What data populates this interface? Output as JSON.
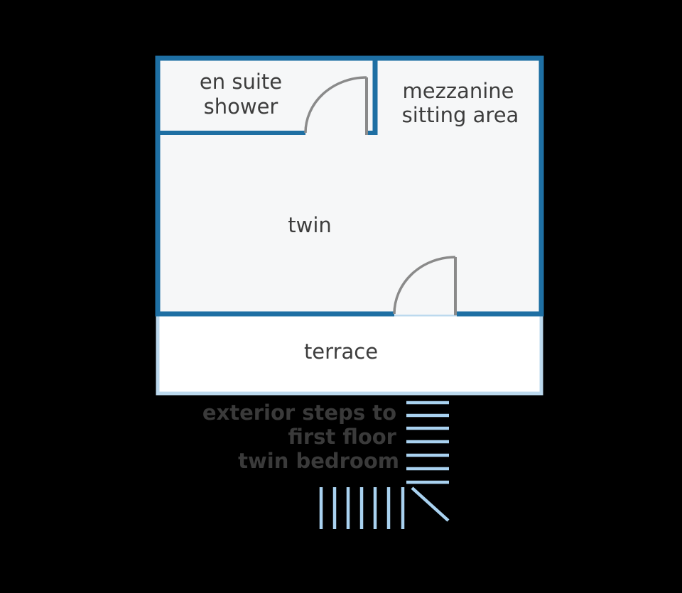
{
  "rooms": {
    "shower": {
      "line1": "en suite",
      "line2": "shower"
    },
    "mezzanine": {
      "line1": "mezzanine",
      "line2": "sitting area"
    },
    "twin": {
      "label": "twin"
    },
    "terrace": {
      "label": "terrace"
    }
  },
  "steps": {
    "line1": "exterior steps to",
    "line2": "first floor",
    "line3": "twin bedroom"
  },
  "colors": {
    "background": "#000000",
    "room_fill": "#f6f7f8",
    "wall": "#1e6fa3",
    "terrace_fill": "#ffffff",
    "terrace_border": "#bcd9ee",
    "door": "#8a8a8a",
    "stair": "#a9d2f0",
    "label": "#3d3d3d"
  }
}
